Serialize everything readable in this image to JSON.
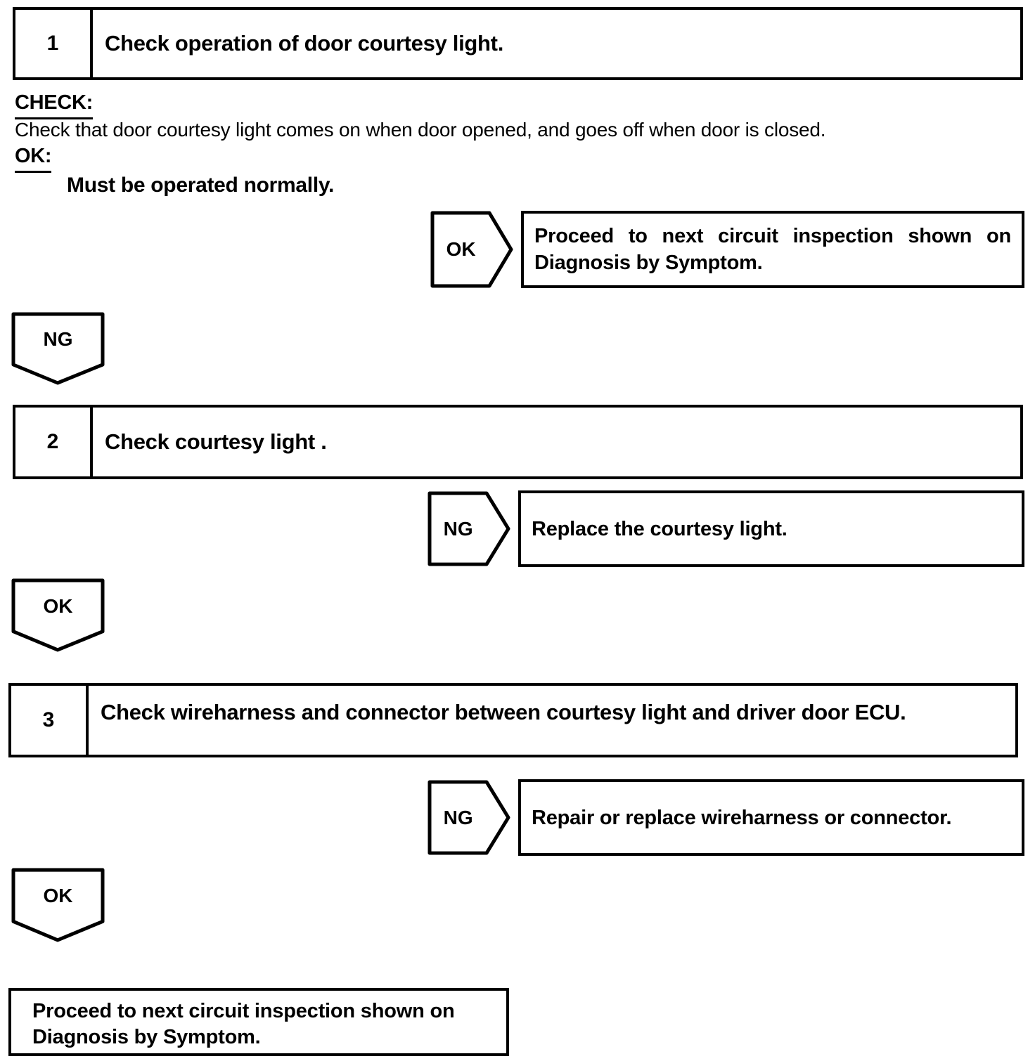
{
  "steps": [
    {
      "number": "1",
      "title": "Check operation of door courtesy light."
    },
    {
      "number": "2",
      "title": "Check courtesy light ."
    },
    {
      "number": "3",
      "title": "Check wireharness and connector between courtesy light and driver door ECU."
    }
  ],
  "step1_details": {
    "check_label": "CHECK:",
    "check_text": "Check that door courtesy light comes on when door opened, and goes off when door is closed.",
    "ok_label": "OK:",
    "ok_result": "Must be operated normally."
  },
  "decisions": [
    {
      "branch": "OK",
      "result_lines": [
        "Proceed to next circuit inspection shown on",
        "Diagnosis by Symptom."
      ]
    },
    {
      "branch": "NG",
      "result_lines": [
        "Replace the courtesy light."
      ]
    },
    {
      "branch": "NG",
      "result_lines": [
        "Repair or replace wireharness or connector."
      ]
    }
  ],
  "connectors": [
    {
      "label": "NG"
    },
    {
      "label": "OK"
    },
    {
      "label": "OK"
    }
  ],
  "final_box": {
    "lines": [
      "Proceed to next circuit inspection shown on",
      "Diagnosis by Symptom."
    ]
  },
  "colors": {
    "ink": "#000000",
    "paper": "#ffffff"
  }
}
